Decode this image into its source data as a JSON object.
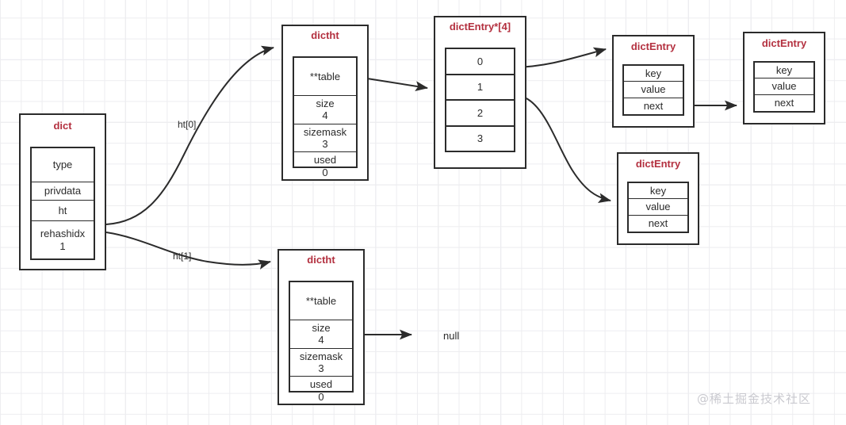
{
  "diagram": {
    "title_color": "#b3303f",
    "stroke_color": "#2b2b2b",
    "background": "#ffffff",
    "grid_color": "#e2e2e7"
  },
  "dict": {
    "title": "dict",
    "fields": [
      {
        "name": "type",
        "value": ""
      },
      {
        "name": "privdata",
        "value": ""
      },
      {
        "name": "ht",
        "value": ""
      },
      {
        "name": "rehashidx",
        "value": "1"
      }
    ]
  },
  "dictht0": {
    "title": "dictht",
    "fields": [
      {
        "name": "**table",
        "value": ""
      },
      {
        "name": "size",
        "value": "4"
      },
      {
        "name": "sizemask",
        "value": "3"
      },
      {
        "name": "used",
        "value": "0"
      }
    ]
  },
  "dictht1": {
    "title": "dictht",
    "fields": [
      {
        "name": "**table",
        "value": ""
      },
      {
        "name": "size",
        "value": "4"
      },
      {
        "name": "sizemask",
        "value": "3"
      },
      {
        "name": "used",
        "value": "0"
      }
    ]
  },
  "bucket_array": {
    "title": "dictEntry*[4]",
    "slots": [
      "0",
      "1",
      "2",
      "3"
    ]
  },
  "entries": [
    {
      "id": "entry-a",
      "title": "dictEntry",
      "fields": [
        "key",
        "value",
        "next"
      ]
    },
    {
      "id": "entry-b",
      "title": "dictEntry",
      "fields": [
        "key",
        "value",
        "next"
      ]
    },
    {
      "id": "entry-c",
      "title": "dictEntry",
      "fields": [
        "key",
        "value",
        "next"
      ]
    }
  ],
  "labels": {
    "ht0": "ht[0]",
    "ht1": "ht[1]",
    "null": "null"
  },
  "watermark": "@稀土掘金技术社区"
}
